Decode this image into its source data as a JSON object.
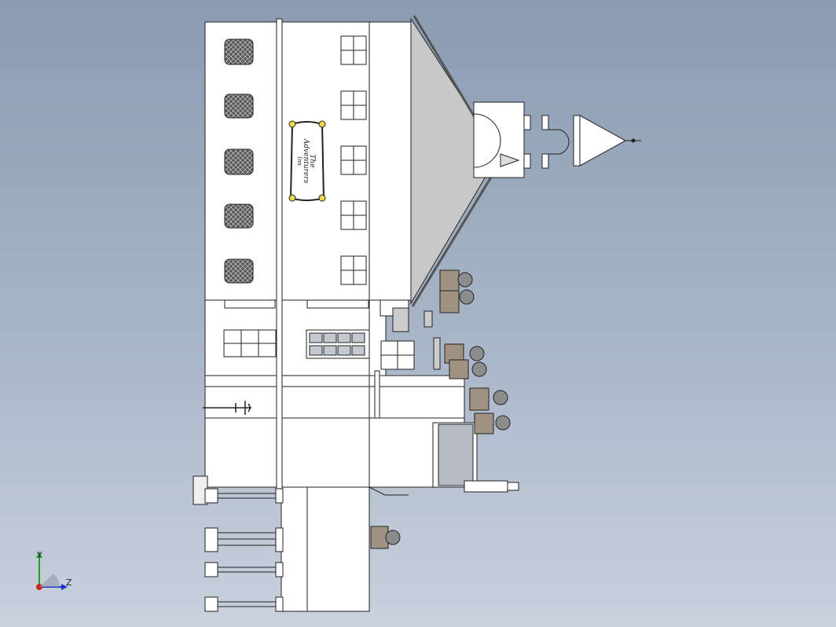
{
  "viewport": {
    "background_top": "#8a9bb2",
    "background_bottom": "#c9d1dd",
    "line_color": "#222222",
    "wall_color": "#ffffff",
    "roof_color": "#c8c8c8",
    "glass_color": "#b6bcc6"
  },
  "sign": {
    "title_line": "The",
    "name_line": "Adventurers",
    "sub_line": "Inn"
  },
  "triad": {
    "y_label": "Y",
    "z_label": "Z",
    "y_color": "#22a022",
    "z_color": "#2233cc",
    "x_color": "#cc2222"
  }
}
